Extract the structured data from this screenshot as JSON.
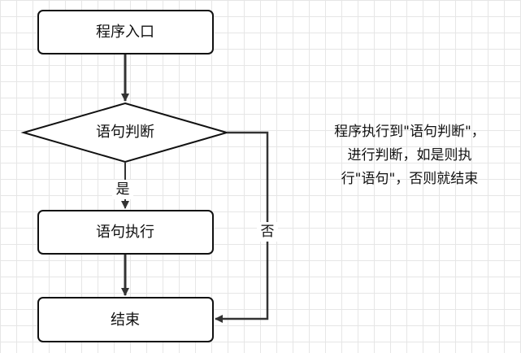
{
  "nodes": {
    "start": "程序入口",
    "decision": "语句判断",
    "statement": "语句执行",
    "end": "结束"
  },
  "edges": {
    "yes": "是",
    "no": "否"
  },
  "note": {
    "lines": [
      "程序执行到\"语句判断\"，",
      "进行判断，如是则执",
      "行\"语句\"，否则就结束"
    ]
  },
  "colors": {
    "node_fill": "#ffffff",
    "node_stroke": "#111111",
    "edge": "#333333"
  }
}
